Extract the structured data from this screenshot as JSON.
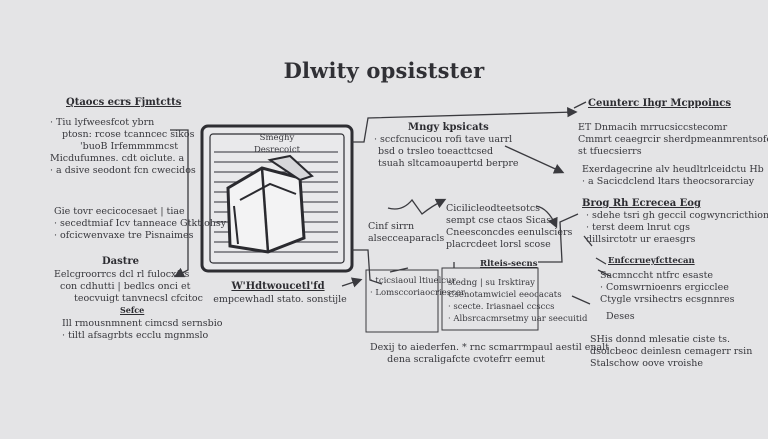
{
  "title": "Dlwity opsistster",
  "left": {
    "header1": "Qtaocs ecrs Fjmtctts",
    "block1": [
      "· Tiu lyfweesfcot ybrn",
      "ptosn: rcose tcanncec sikos",
      "'buoB Irfemmmmcst",
      "Micdufumnes. cdt oiclute. a",
      "· a dsive seodont fcn cwecidos"
    ],
    "block2": [
      "Gie tovr eecicocesaet | tiae",
      "· secedtmiaf Icv tanneace Gtktiohsy",
      "· ofcicwenvaxe tre Pisnaimes"
    ],
    "header2": "Dastre",
    "block3": [
      "Eelcgroorrcs dcl rl fulocxfrs",
      "con cdhutti | bedlcs onci et",
      "teocvuigt tanvnecsl cfcitoc"
    ],
    "header3": "Sefce",
    "block4": [
      "Ill rmousnmnent cimcsd sernsbio",
      "· tiltl afsagrbts ecclu mgnmslo"
    ]
  },
  "center": {
    "box_text": [
      "Smeghy",
      "Desrecoict"
    ],
    "caption_header": "W'Hdtwoucetl'fd",
    "caption_line": "empcewhadl stato. sonstijle",
    "top_header": "Mngy kpsicats",
    "top_lines": [
      "· sccfcnucicou rofi tave uarrl",
      "bsd o trsleo toeacttcsed",
      "tsuah sltcamoaupertd berpre"
    ],
    "mid_lines": [
      "Cicilicleodteetsotcs",
      "sempt cse ctaos Sicas",
      "Cneesconcdes eenulsciers",
      "placrcdeet lorsl scose"
    ],
    "left_mid_lines": [
      "Cinf sirrn",
      "alsecceaparacls"
    ],
    "sub_header": "Rlteis-secns",
    "box2_lines": [
      "· tcicsiaoul ltiuelcur",
      "· Lomsccoriaocriescer"
    ],
    "box3_lines": [
      "stedng | su Irsktiray",
      "Csenotamwiciel eeocacats",
      "· scecte. Iriasnael ccsccs",
      "· Albsrcacmrsetmy uar seecuitid"
    ],
    "bottom_lines": [
      "Dexij to aiederfen. * rnc scmarrmpaul aestil enalt",
      "dena scraligafcte cvotefrr eemut"
    ]
  },
  "right": {
    "header1": "Ceunterc Ihgr Mcppoincs",
    "block1": [
      "ET Dnmacih mrrucsiccstecomr",
      "Cmmrt ceaegrcir sherdpmeanmrentsofe",
      "st tfuecsierrs"
    ],
    "block2": [
      "Exerdagecrine alv heudltrlceidctu Hb",
      "· a Sacicdclend ltars theocsorarciay"
    ],
    "header2": "Brog Rh Ecrecea Eog",
    "block3": [
      "· sdehe tsri gh geccil cogwyncricthion",
      "· terst deem lnrut cgs",
      "dillsirctotr ur eraesgrs"
    ],
    "header3": "Enfccrueyfcttecan",
    "block4": [
      "Sacmnccht ntfrc esaste",
      "· Comswrnioenrs ergicclee",
      "Ctygle vrsihectrs ecsgnnres"
    ],
    "label": "Deses",
    "block5": [
      "SHis donnd mlesatie ciste ts.",
      "dsolcbeoc deinlesn cemagerr rsin",
      "Stalschow oove vroishe"
    ]
  }
}
